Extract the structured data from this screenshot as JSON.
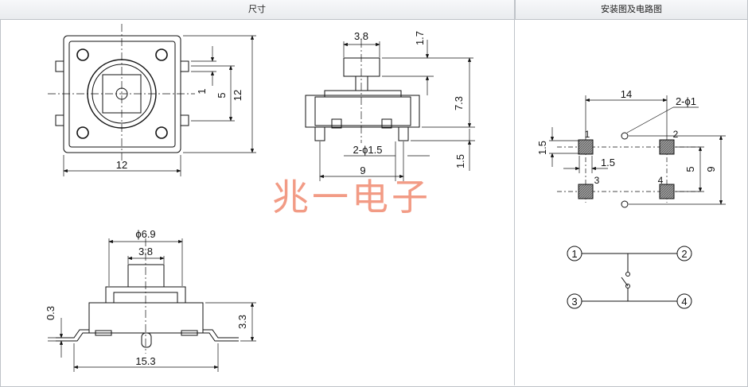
{
  "headers": {
    "left": "尺寸",
    "right": "安装图及电路图"
  },
  "watermark": "兆一电子",
  "dimensions": {
    "top_view": {
      "width": "12",
      "height": "12",
      "pin_pitch": "5",
      "pin_width": "1"
    },
    "side_view": {
      "actuator_width": "3.8",
      "actuator_height": "1.7",
      "total_height": "7.3",
      "pin_hole": "2-ϕ1.5",
      "pin_span": "9",
      "peg": "1.5"
    },
    "front_view": {
      "cap_diameter": "ϕ6.9",
      "actuator_width": "3.8",
      "lead_thickness": "0.3",
      "body_height": "3.3",
      "lead_span": "15.3"
    }
  },
  "mounting": {
    "hole_spacing_x": "14",
    "hole_label": "2-ϕ1",
    "pad_v": "1.5",
    "pad_h": "1.5",
    "pitch_y": "5",
    "span_y": "9",
    "pad_numbers": [
      "1",
      "2",
      "3",
      "4"
    ]
  },
  "circuit": {
    "terminals": [
      "1",
      "2",
      "3",
      "4"
    ]
  },
  "colors": {
    "line": "#111111",
    "header_border": "#bfc3c8",
    "watermark": "#f08a70",
    "pad_fill": "#777777"
  }
}
